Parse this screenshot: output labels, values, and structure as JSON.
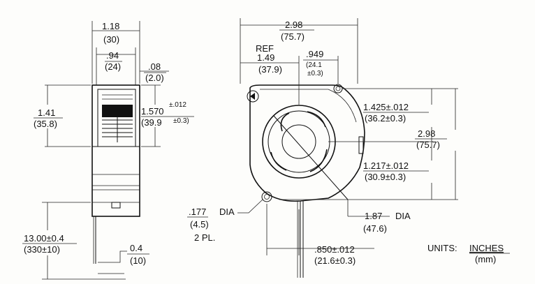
{
  "drawing": {
    "side_view": {
      "overall_width": "1.18",
      "overall_width_mm": "(30)",
      "inner_width": ".94",
      "inner_width_mm": "(24)",
      "offset": ".08",
      "offset_mm": "(2.0)",
      "height": "1.41",
      "height_mm": "(35.8)",
      "inlet_height": "1.570",
      "inlet_height_tol": "±.012",
      "inlet_height_mm": "(39.9",
      "inlet_height_mm_tol": "±0.3)",
      "lead_length": "13.00±0.4",
      "lead_length_mm": "(330±10)",
      "lead_strip": "0.4",
      "lead_strip_mm": "(10)"
    },
    "front_view": {
      "overall_width": "2.98",
      "overall_width_mm": "(75.7)",
      "ref_label": "REF",
      "ref_dim": "1.49",
      "ref_dim_mm": "(37.9)",
      "offset_dim": ".949",
      "offset_dim_mm": "(24.1",
      "offset_dim_tol": "±0.3)",
      "upper_dim": "1.425±.012",
      "upper_dim_mm": "(36.2±0.3)",
      "overall_height": "2.98",
      "overall_height_mm": "(75.7)",
      "lower_dim": "1.217±.012",
      "lower_dim_mm": "(30.9±0.3)",
      "hole_dia": ".177",
      "hole_dia_label": "DIA",
      "hole_dia_mm": "(4.5)",
      "hole_count": "2 PL.",
      "fan_dia": "1.87",
      "fan_dia_label": "DIA",
      "fan_dia_mm": "(47.6)",
      "hole_spacing": ".850±.012",
      "hole_spacing_mm": "(21.6±0.3)"
    },
    "units": {
      "label": "UNITS:",
      "primary": "INCHES",
      "secondary": "(mm)"
    }
  }
}
